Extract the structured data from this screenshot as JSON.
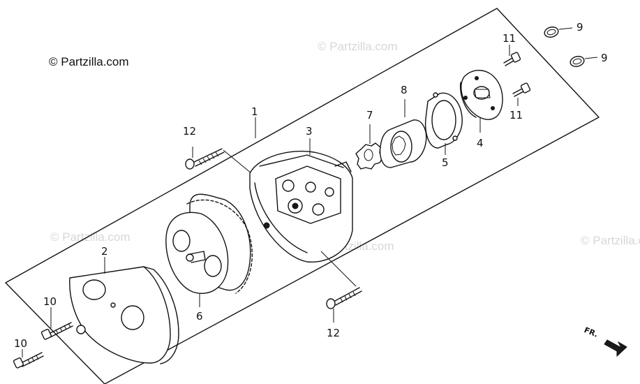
{
  "copyright": "© Partzilla.com",
  "watermark_text": "© Partzilla.com",
  "direction_label": "FR.",
  "callouts": {
    "c1": "1",
    "c2": "2",
    "c3": "3",
    "c4": "4",
    "c5": "5",
    "c6": "6",
    "c7": "7",
    "c8": "8",
    "c9a": "9",
    "c9b": "9",
    "c10a": "10",
    "c10b": "10",
    "c11a": "11",
    "c11b": "11",
    "c12a": "12",
    "c12b": "12"
  },
  "colors": {
    "line": "#111111",
    "watermark": "#d7d7d7",
    "background": "#ffffff"
  }
}
